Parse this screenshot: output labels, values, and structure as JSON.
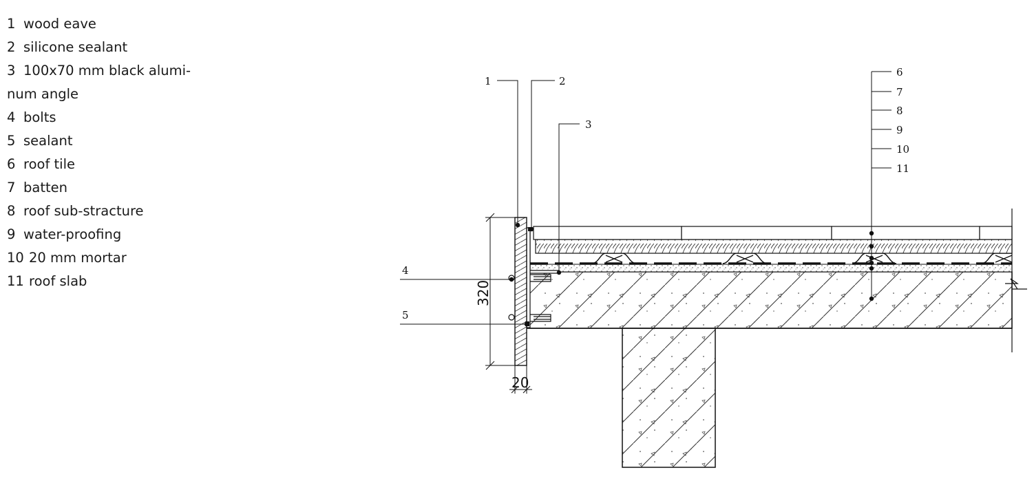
{
  "legend": [
    {
      "number": "1",
      "text": "wood eave"
    },
    {
      "number": "2",
      "text": "silicone sealant"
    },
    {
      "number": "3",
      "text": "100x70 mm black alumi-"
    },
    {
      "number": "",
      "text": "num angle"
    },
    {
      "number": "4",
      "text": "bolts"
    },
    {
      "number": "5",
      "text": "sealant"
    },
    {
      "number": "6",
      "text": "roof tile"
    },
    {
      "number": "7",
      "text": "batten"
    },
    {
      "number": "8",
      "text": "roof sub-stracture"
    },
    {
      "number": "9",
      "text": "water-proofing"
    },
    {
      "number": "10",
      "text": "20 mm mortar"
    },
    {
      "number": "11",
      "text": "roof slab"
    }
  ],
  "callouts": {
    "c1": "1",
    "c2": "2",
    "c3": "3",
    "c4": "4",
    "c5": "5",
    "c6": "6",
    "c7": "7",
    "c8": "8",
    "c9": "9",
    "c10": "10",
    "c11": "11"
  },
  "dimensions": {
    "height": "320",
    "thickness": "20"
  }
}
